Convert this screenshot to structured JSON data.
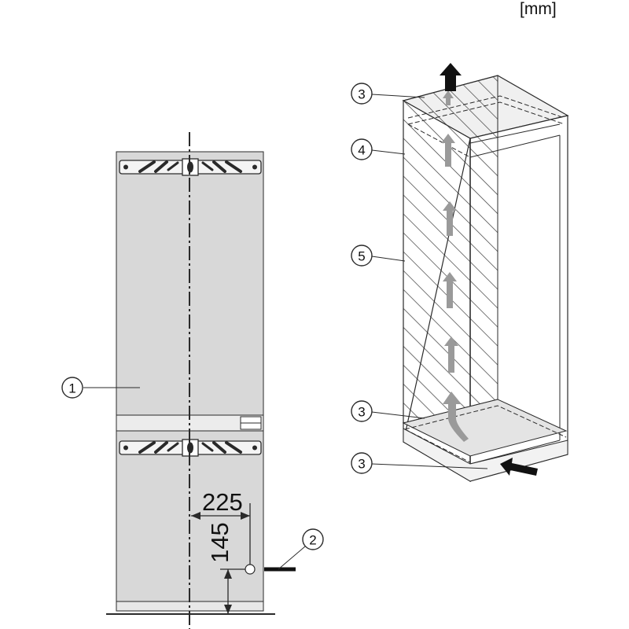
{
  "unit": "[mm]",
  "dimensions": {
    "horizontal": "225",
    "vertical": "145"
  },
  "callouts": {
    "appliance": "1",
    "connection": "2",
    "vent_top": "3",
    "vent_bottom": "3",
    "vent_base": "3",
    "housing_unit": "4",
    "ventilation_channel": "5"
  },
  "colors": {
    "panel": "#d8d8d8",
    "line": "#2a2a2a",
    "arrow_gray": "#9a9a9a",
    "arrow_dark": "#111111"
  },
  "icons": [
    "airflow-arrow-icon",
    "air-intake-arrow-icon",
    "exhaust-arrow-icon",
    "connection-point-icon"
  ]
}
